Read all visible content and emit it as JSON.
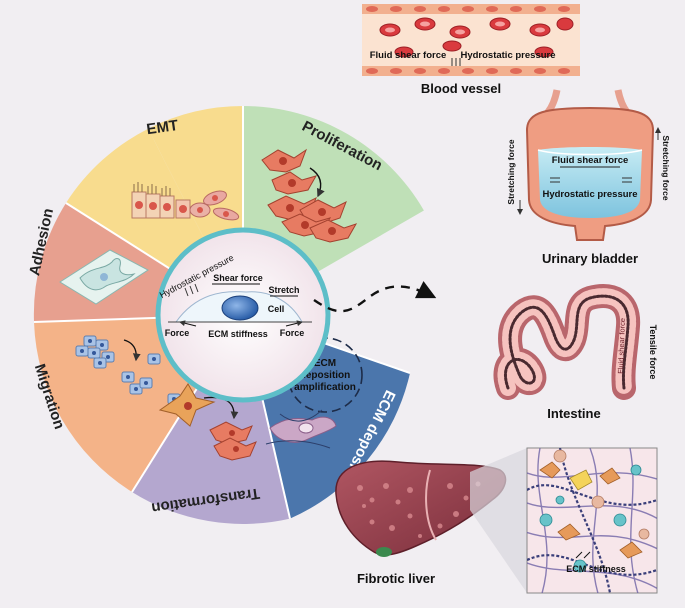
{
  "wheel": {
    "sectors": {
      "emt": "EMT",
      "proliferation": "Proliferation",
      "adhesion": "Adhesion",
      "migration": "Migration",
      "transformation": "Transformation",
      "ecm_deposition": "ECM deposition"
    },
    "center": {
      "hydrostatic_pressure": "Hydrostatic pressure",
      "shear_force": "Shear force",
      "stretch": "Stretch",
      "cell": "Cell",
      "force_left": "Force",
      "force_right": "Force",
      "ecm_stiffness": "ECM stiffness"
    },
    "ecm_cycle": {
      "line1": "ECM",
      "line2": "deposition",
      "line3": "amplification"
    }
  },
  "organs": {
    "blood_vessel": {
      "title": "Blood vessel",
      "fluid_shear_force": "Fluid shear force",
      "hydrostatic_pressure": "Hydrostatic pressure"
    },
    "urinary_bladder": {
      "title": "Urinary bladder",
      "fluid_shear_force": "Fluid shear force",
      "hydrostatic_pressure": "Hydrostatic pressure",
      "stretching_force_left": "Stretching force",
      "stretching_force_right": "Stretching force"
    },
    "intestine": {
      "title": "Intestine",
      "fluid_shear_force": "Fluid shear force",
      "tensile_force": "Tensile force"
    },
    "liver": {
      "title": "Fibrotic liver",
      "ecm_stiffness": "ECM stiffness"
    }
  },
  "colors": {
    "background": "#f1eef2",
    "emt": "#f8dc8e",
    "proliferation": "#bfe0b7",
    "adhesion": "#e7a08f",
    "migration": "#f4b388",
    "transformation": "#b4a7cf",
    "ecm_deposition": "#4b76ac",
    "cell_red": "#d9574b",
    "arrow": "#111111"
  }
}
